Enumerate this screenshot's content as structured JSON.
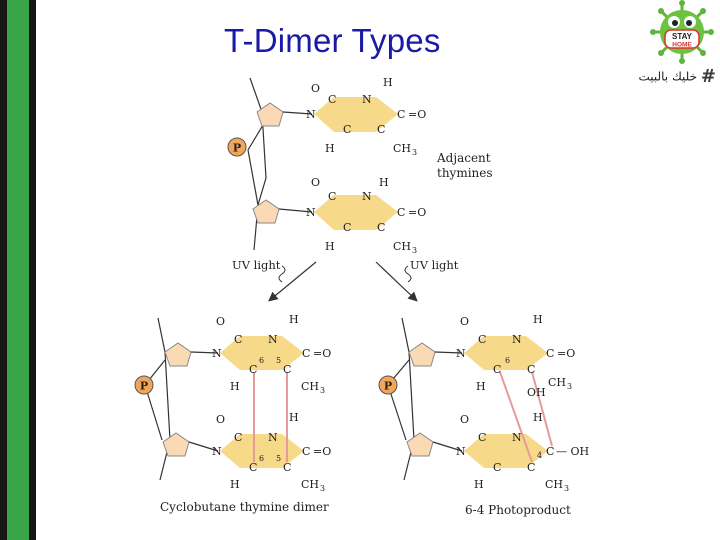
{
  "title": "T-Dimer Types",
  "hashtag": {
    "symbol": "#",
    "text": "خليك بالبيت"
  },
  "logo": {
    "line1": "STAY",
    "line2": "HOME"
  },
  "diagram": {
    "p_label": "P",
    "adjacent_label_1": "Adjacent",
    "adjacent_label_2": "thymines",
    "uv_left": "UV light",
    "uv_right": "UV light",
    "caption_left": "Cyclobutane thymine dimer",
    "caption_right": "6-4 Photoproduct",
    "atoms": {
      "O": "O",
      "H": "H",
      "N": "N",
      "C": "C",
      "CH3": "CH",
      "sub3": "3",
      "OH": "OH",
      "eqO": "=O",
      "dash_OH": "— OH",
      "n6": "6",
      "n5": "5",
      "n4": "4"
    }
  },
  "colors": {
    "title": "#1a1aa6",
    "ring_fill": "#f7d98a",
    "sugar_fill": "#fad9b5",
    "phosphate_fill": "#f2a65a",
    "dimer_line": "#e79a9a",
    "sidebar_green": "#3aa548"
  },
  "icons": [
    "stay-home-virus-icon",
    "uv-arrow-icon"
  ]
}
